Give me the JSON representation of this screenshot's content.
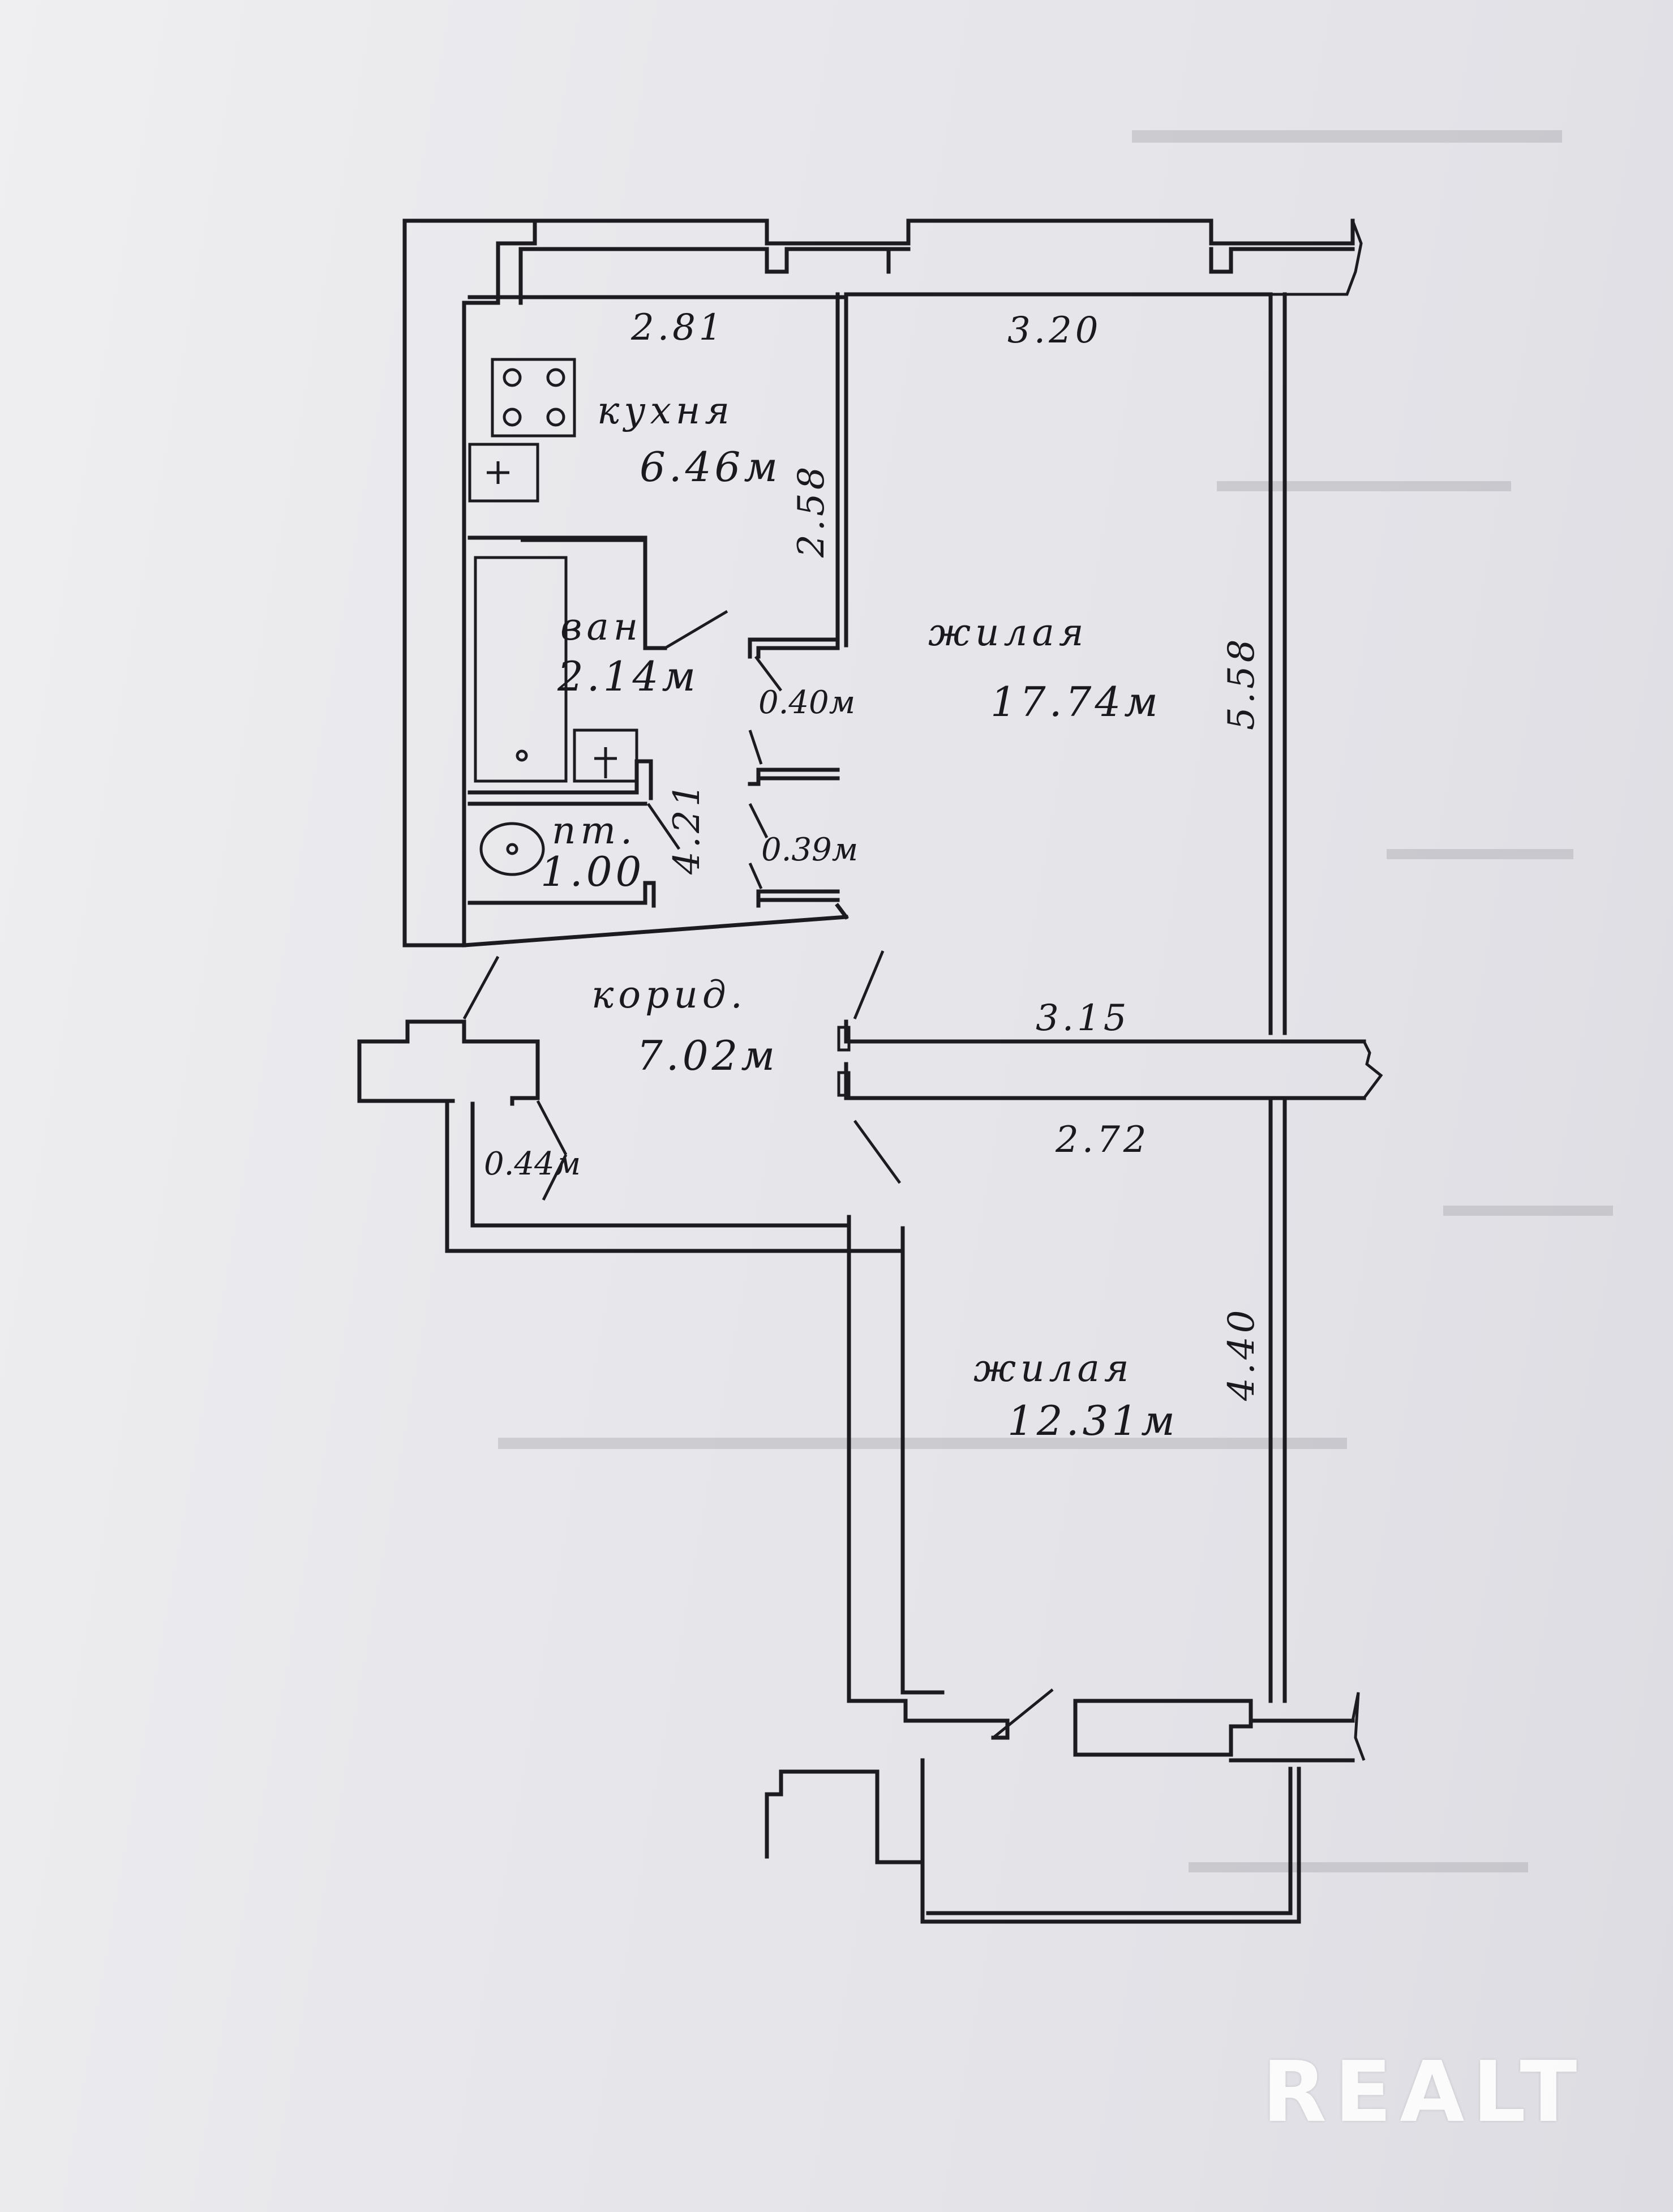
{
  "rooms": {
    "kitchen": {
      "name": "кухня",
      "area": "6.46м",
      "dim_width": "2.81",
      "dim_depth": "2.58"
    },
    "bath": {
      "name": "ван",
      "area": "2.14м"
    },
    "toilet": {
      "name": "пт.",
      "area": "1.00"
    },
    "storage_1": {
      "area": "0.40м"
    },
    "storage_2": {
      "area": "0.39м"
    },
    "storage_3": {
      "area": "0.44м"
    },
    "corridor": {
      "name": "корид.",
      "area": "7.02м",
      "length": "4.21"
    },
    "living_1": {
      "name": "жилая",
      "area": "17.74м",
      "dim_top": "3.20",
      "dim_side": "5.58",
      "dim_bottom": "3.15"
    },
    "living_2": {
      "name": "жилая",
      "area": "12.31м",
      "dim_top": "2.72",
      "dim_side": "4.40"
    }
  },
  "watermark": "REALT",
  "colors": {
    "ink": "#1c1c20",
    "paper": "#e8e8ec",
    "watermark": "#ffffff"
  }
}
